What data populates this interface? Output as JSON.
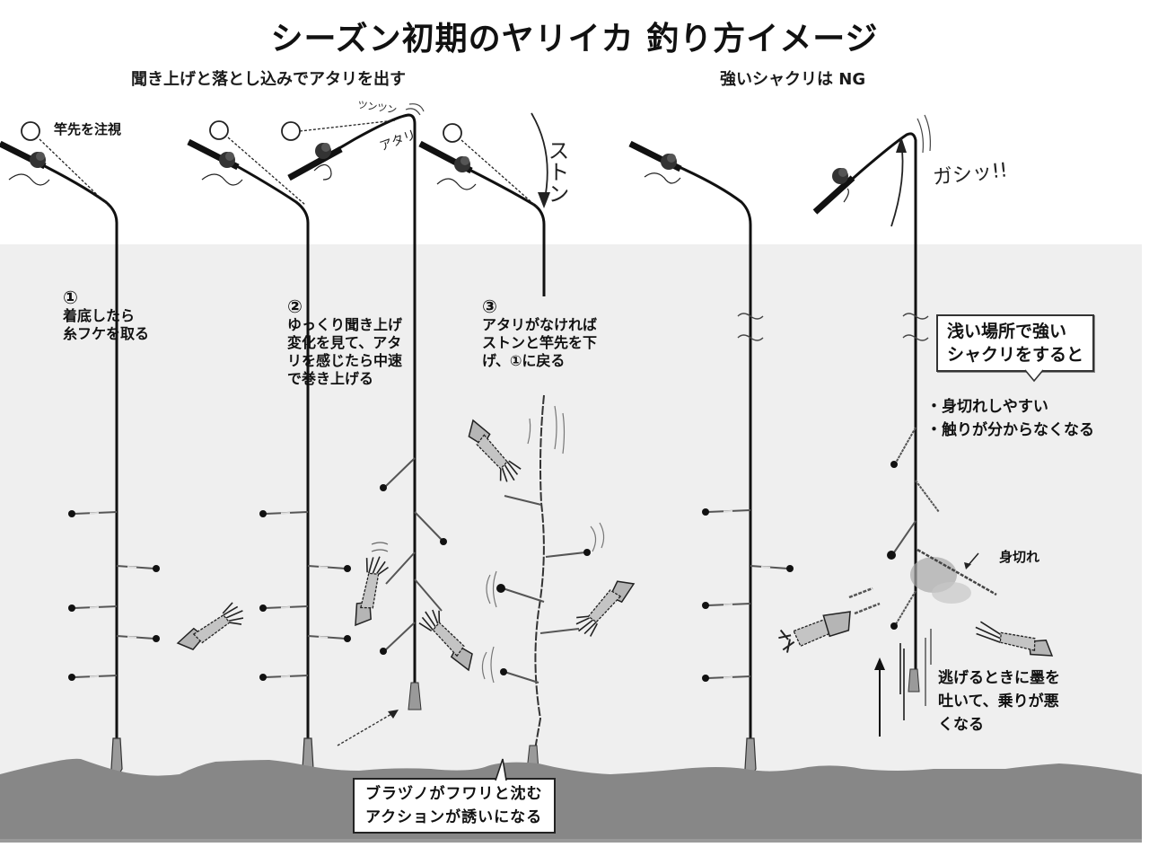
{
  "header": {
    "title": "シーズン初期のヤリイカ 釣り方イメージ",
    "left_subtitle": "聞き上げと落とし込みでアタリを出す",
    "right_subtitle": "強いシャクリは NG"
  },
  "annotations": {
    "watch_tip": "竿先を注視",
    "shake_sound": "ツンツン",
    "ata_sound": "アタリ",
    "drop_sound": "ストン",
    "jerk_sound": "ガシッ!!",
    "body_cut": "身切れ"
  },
  "steps": [
    {
      "number": "①",
      "lines": [
        "着底したら",
        "糸フケを取る"
      ]
    },
    {
      "number": "②",
      "lines": [
        "ゆっくり聞き上げ",
        "変化を見て、アタ",
        "リを感じたら中速",
        "で巻き上げる"
      ]
    },
    {
      "number": "③",
      "lines": [
        "アタリがなければ",
        "ストンと竿先を下",
        "げ、①に戻る"
      ]
    }
  ],
  "ng_callout": {
    "lines": [
      "浅い場所で強い",
      "シャクリをすると"
    ],
    "bullets": [
      "・身切れしやすい",
      "・触りが分からなくなる"
    ]
  },
  "ink_note": {
    "lines": [
      "逃げるときに墨を",
      "吐いて、乗りが悪",
      "くなる"
    ]
  },
  "bottom_callout": {
    "lines": [
      "ブラヅノがフワリと沈む",
      "アクションが誘いになる"
    ]
  },
  "colors": {
    "water": "#efefef",
    "seabed": "#878787",
    "line": "#111111",
    "squid_fill": "#b5b5b5"
  }
}
